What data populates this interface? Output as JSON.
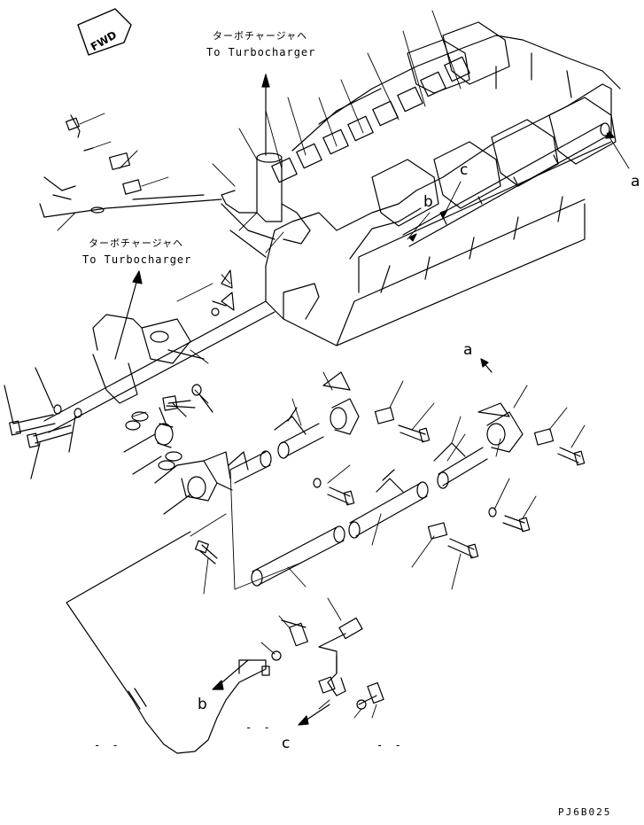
{
  "fwd_label": "FWD",
  "turbo_top": {
    "jp": "ターボチャージャヘ",
    "en": "To Turbocharger"
  },
  "turbo_mid": {
    "jp": "ターボチャージャヘ",
    "en": "To Turbocharger"
  },
  "callouts": {
    "a_upper": "a",
    "a_lower": "a",
    "b_upper": "b",
    "c_upper": "c",
    "b_lower": "b",
    "c_lower": "c"
  },
  "dashes": {
    "left": "- -",
    "middle": "- -",
    "right": "- -"
  },
  "drawing_code": "PJ6B025",
  "icons": {
    "direction": "fwd-arrow-icon"
  }
}
